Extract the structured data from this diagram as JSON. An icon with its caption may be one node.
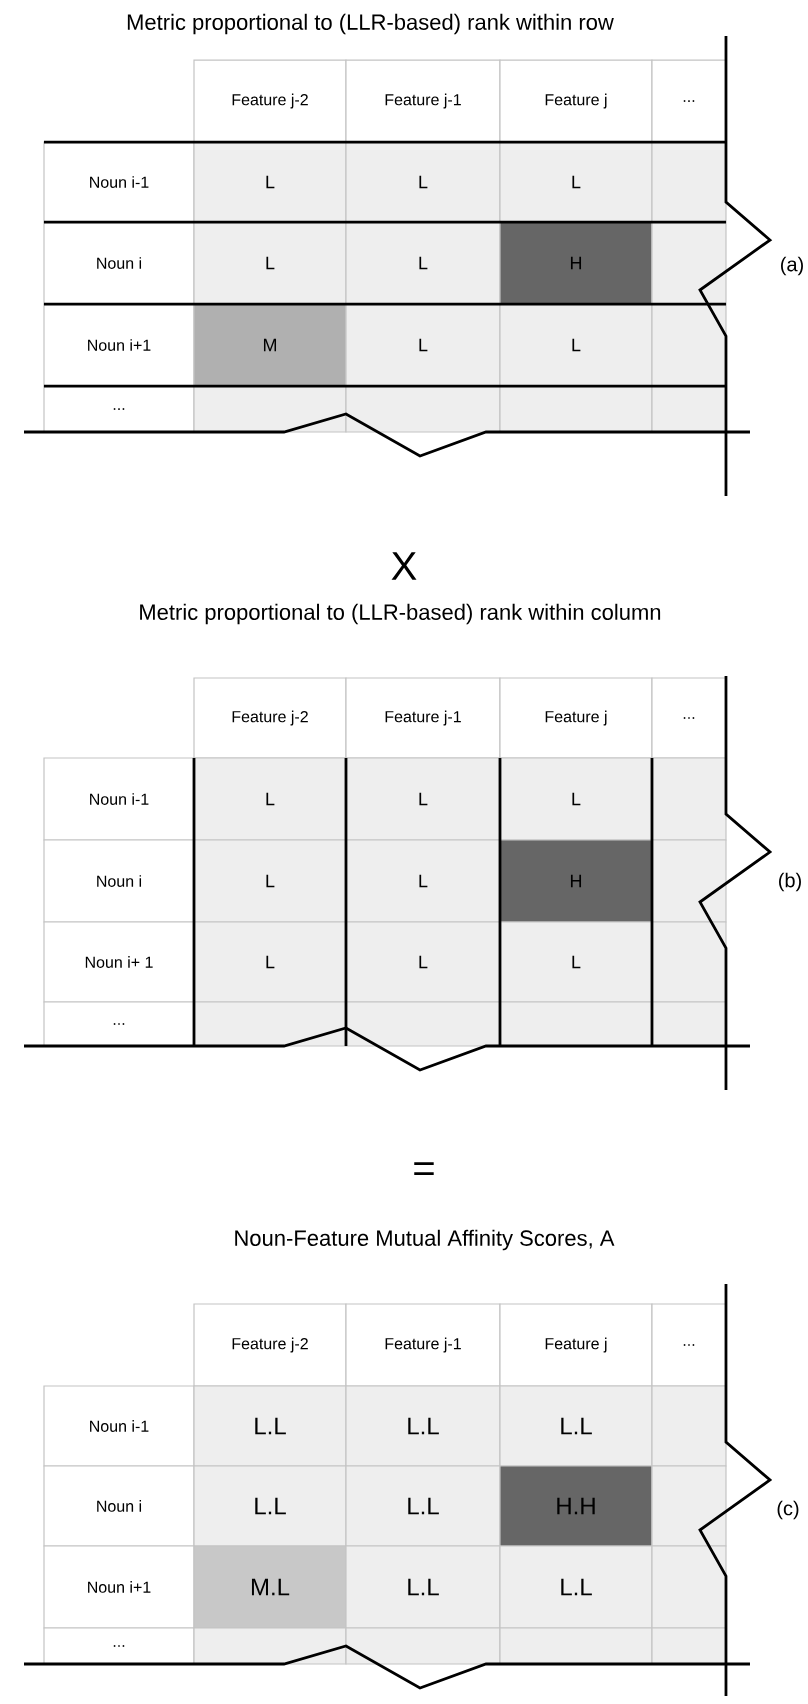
{
  "diagram": {
    "labels": [
      "Metric proportional to (LLR-based) rank within row",
      "Feature j-2",
      "Feature j-1",
      "Feature j",
      "...",
      "Noun i-1",
      "L",
      "L",
      "L",
      "Noun i",
      "L",
      "L",
      "H",
      "Noun i+1",
      "M",
      "L",
      "L",
      "...",
      "(a)",
      "X",
      "Metric proportional to (LLR-based) rank within column",
      "Feature j-2",
      "Feature j-1",
      "Feature j",
      "...",
      "Noun i-1",
      "L",
      "L",
      "L",
      "Noun i",
      "L",
      "L",
      "H",
      "Noun i+ 1",
      "L",
      "L",
      "L",
      "...",
      "(b)",
      "=",
      "Noun-Feature Mutual Affinity Scores, A",
      "Feature j-2",
      "Feature j-1",
      "Feature j",
      "...",
      "Noun i-1",
      "L.L",
      "L.L",
      "L.L",
      "Noun i",
      "L.L",
      "L.L",
      "H.H",
      "Noun i+1",
      "M.L",
      "L.L",
      "L.L",
      "...",
      "(c)"
    ]
  }
}
